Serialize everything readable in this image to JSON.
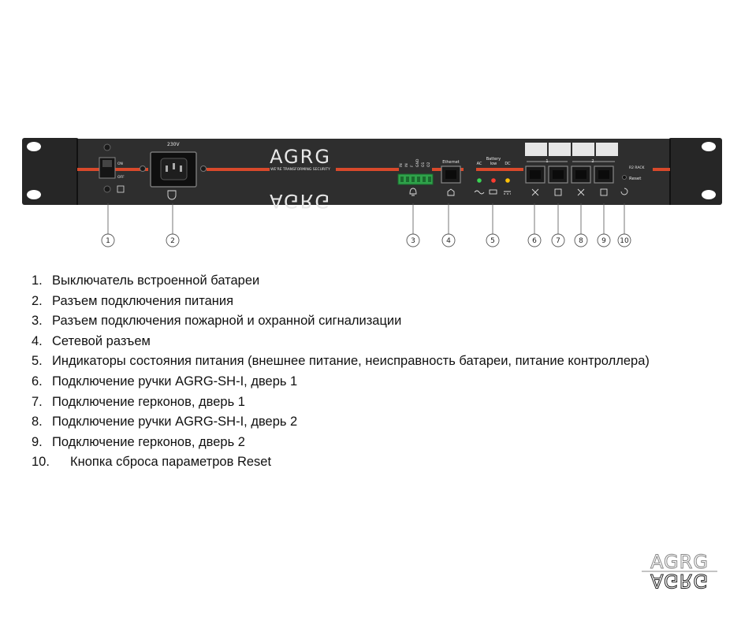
{
  "device": {
    "brand": "AGRG",
    "tagline": "WE'RE TRANSFORMING SECURITY",
    "voltage_label": "230V",
    "switch_on": "ON",
    "switch_off": "OFF",
    "alarm_terminals": [
      "IN",
      "IN",
      "F",
      "GND",
      "O1",
      "O2"
    ],
    "ethernet_label": "Ethernet",
    "led_labels": [
      "AC",
      "Battery\nlow",
      "DC"
    ],
    "led_colors": [
      "#39d353",
      "#ff3b30",
      "#ffc107"
    ],
    "door_groups": [
      "1",
      "2"
    ],
    "rack_label": "R2 RACK",
    "reset_label": "Reset",
    "accent_color": "#d8492b",
    "panel_color": "#2a2a2a"
  },
  "callouts": [
    "1",
    "2",
    "3",
    "4",
    "5",
    "6",
    "7",
    "8",
    "9",
    "10"
  ],
  "legend": [
    {
      "num": "1.",
      "text": "Выключатель встроенной батареи"
    },
    {
      "num": "2.",
      "text": "Разъем подключения питания"
    },
    {
      "num": "3.",
      "text": "Разъем подключения пожарной и охранной сигнализации"
    },
    {
      "num": "4.",
      "text": "Сетевой разъем"
    },
    {
      "num": "5.",
      "text": "Индикаторы состояния питания (внешнее питание, неисправность батареи, питание контроллера)"
    },
    {
      "num": "6.",
      "text": "Подключение ручки AGRG-SH-I, дверь 1"
    },
    {
      "num": "7.",
      "text": "Подключение герконов, дверь 1"
    },
    {
      "num": "8.",
      "text": "Подключение ручки AGRG-SH-I, дверь 2"
    },
    {
      "num": "9.",
      "text": "Подключение герконов, дверь 2"
    },
    {
      "num": "10.",
      "text": "Кнопка сброса параметров Reset"
    }
  ],
  "corner_logo": {
    "text": "AGRG"
  }
}
